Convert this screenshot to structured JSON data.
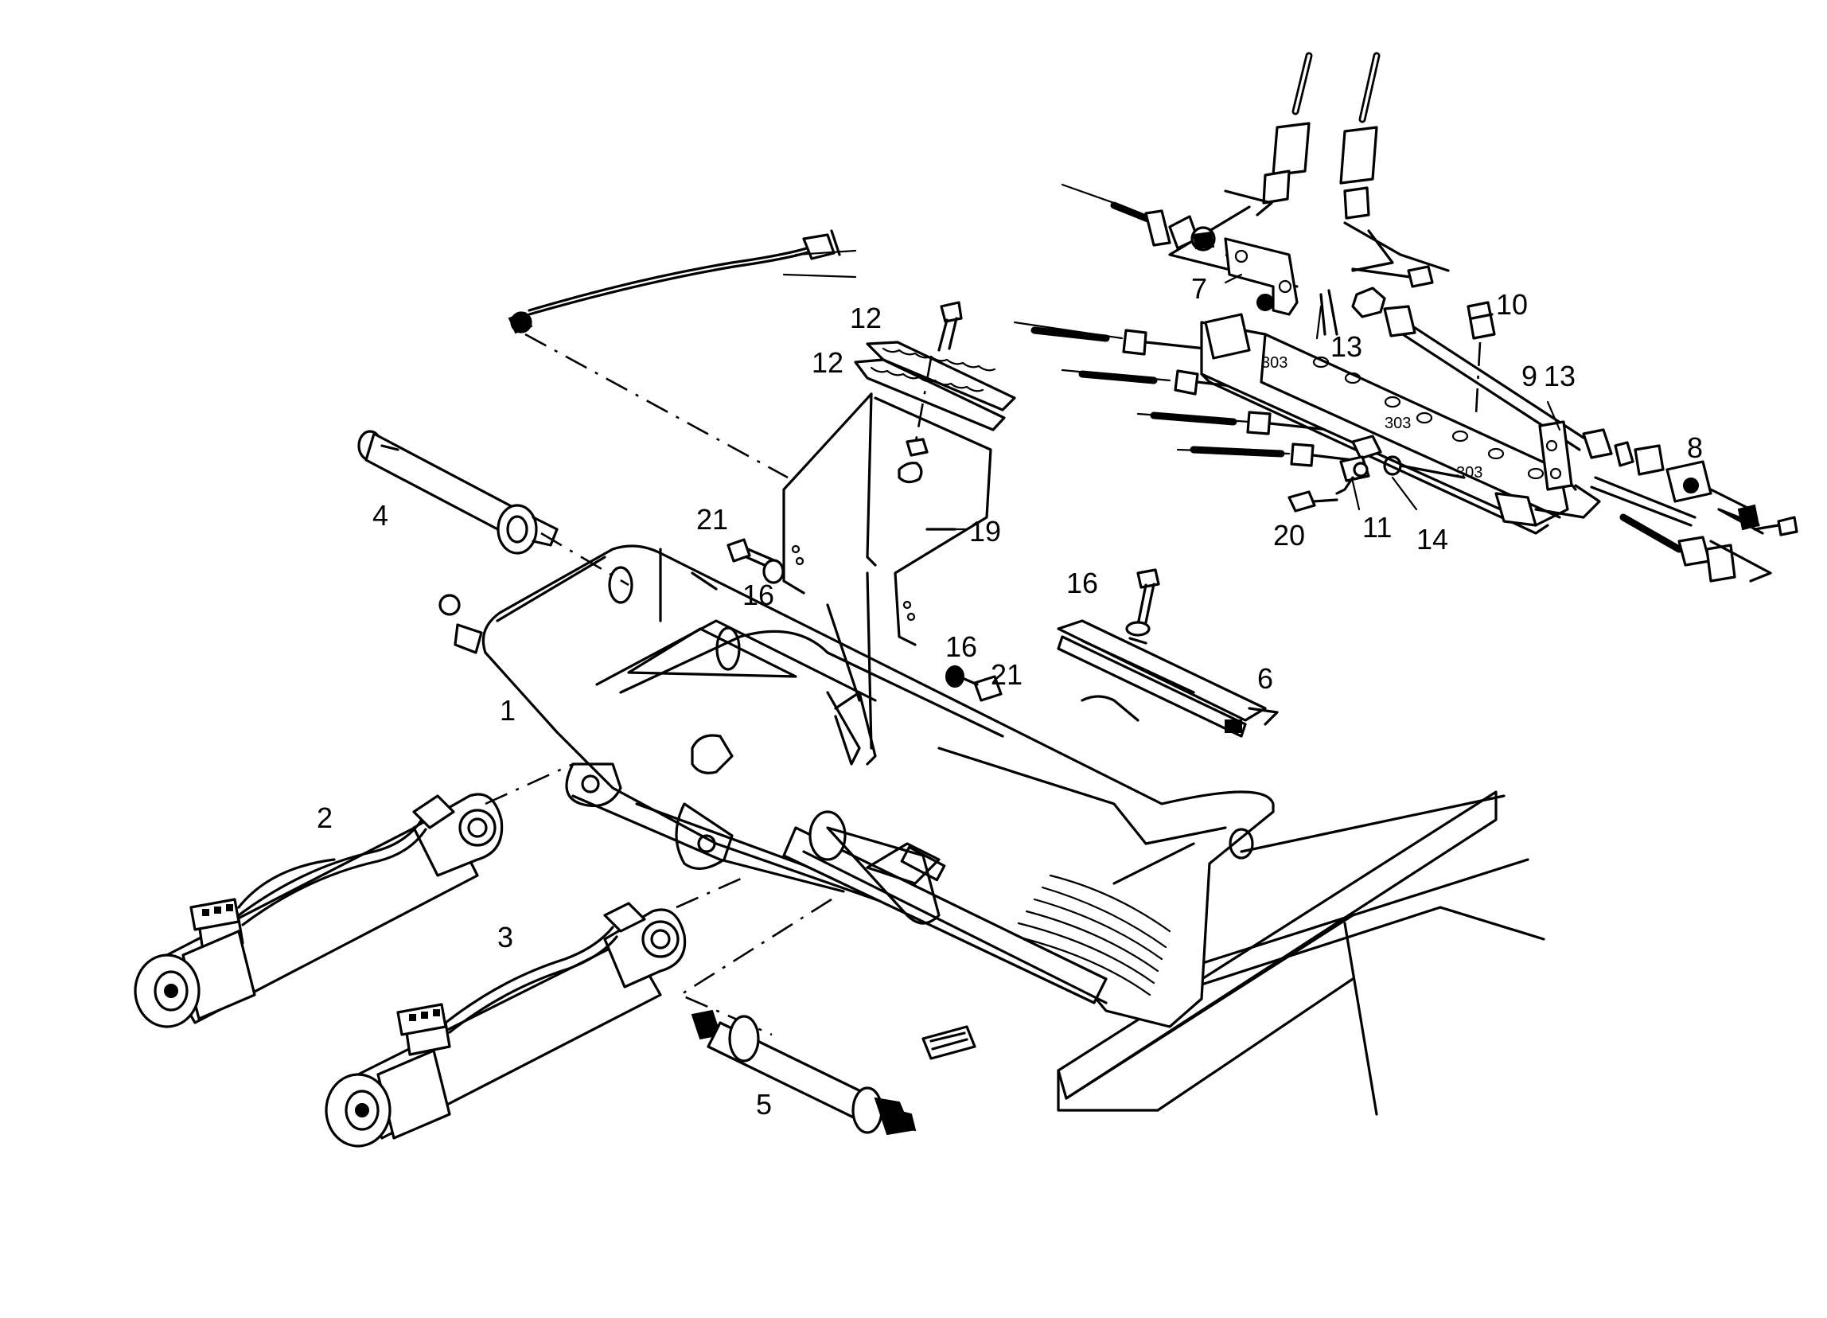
{
  "callouts": [
    {
      "id": "1",
      "text": "1"
    },
    {
      "id": "2",
      "text": "2"
    },
    {
      "id": "3",
      "text": "3"
    },
    {
      "id": "4",
      "text": "4"
    },
    {
      "id": "5",
      "text": "5"
    },
    {
      "id": "6",
      "text": "6"
    },
    {
      "id": "7",
      "text": "7"
    },
    {
      "id": "8",
      "text": "8"
    },
    {
      "id": "9",
      "text": "9"
    },
    {
      "id": "10",
      "text": "10"
    },
    {
      "id": "11",
      "text": "11"
    },
    {
      "id": "12a",
      "text": "12"
    },
    {
      "id": "12b",
      "text": "12"
    },
    {
      "id": "13a",
      "text": "13"
    },
    {
      "id": "13b",
      "text": "13"
    },
    {
      "id": "14",
      "text": "14"
    },
    {
      "id": "16a",
      "text": "16"
    },
    {
      "id": "16b",
      "text": "16"
    },
    {
      "id": "16c",
      "text": "16"
    },
    {
      "id": "19",
      "text": "19"
    },
    {
      "id": "20",
      "text": "20"
    },
    {
      "id": "21a",
      "text": "21"
    },
    {
      "id": "21b",
      "text": "21"
    }
  ]
}
